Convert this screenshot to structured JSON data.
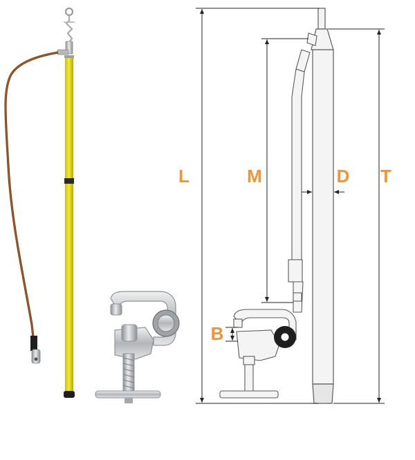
{
  "labels": {
    "L": "L",
    "M": "M",
    "D": "D",
    "T": "T",
    "B": "B"
  },
  "colors": {
    "label": "#f29433",
    "line": "#222222",
    "pole_yellow": "#e8dc1c",
    "pole_dark": "#b9ad0a",
    "cable": "#8a4a1c",
    "metal": "#c7c9cc",
    "metal_dark": "#8d9094",
    "drawing_stroke": "#555555",
    "drawing_fill": "#f1f1f1"
  },
  "icons": {
    "product_photo": "grounding-pole-photo",
    "clamp_photo": "grounding-clamp-photo",
    "drawing": "grounding-set-dimension-drawing"
  }
}
